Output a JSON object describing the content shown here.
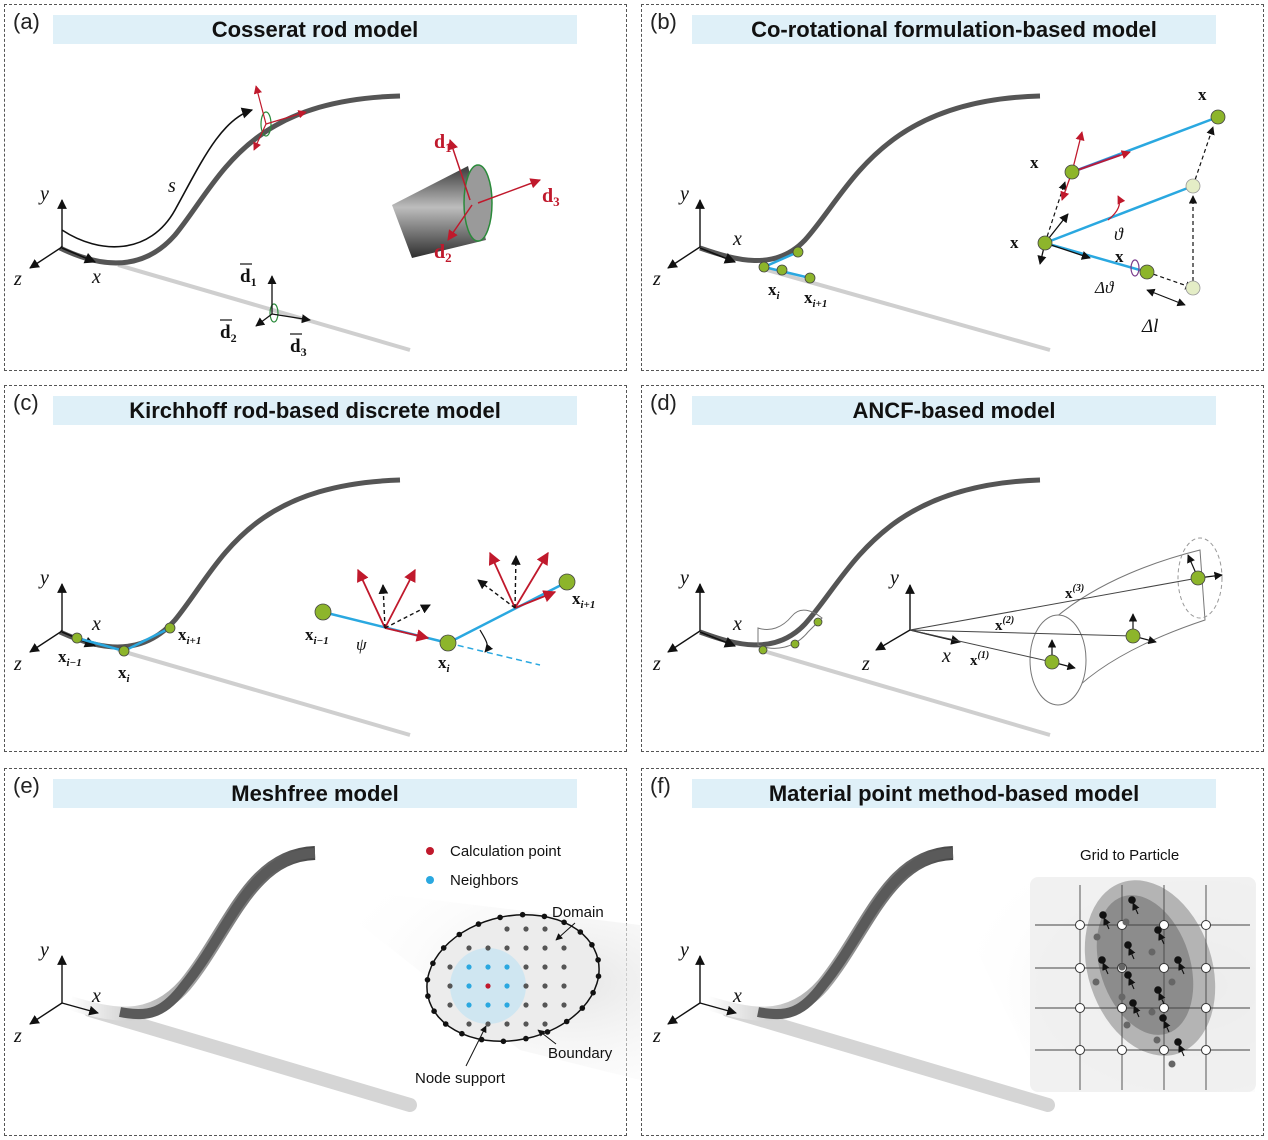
{
  "panels": {
    "a": {
      "label": "(a)",
      "title": "Cosserat rod model"
    },
    "b": {
      "label": "(b)",
      "title": "Co-rotational formulation-based model"
    },
    "c": {
      "label": "(c)",
      "title": "Kirchhoff rod-based discrete model"
    },
    "d": {
      "label": "(d)",
      "title": "ANCF-based model"
    },
    "e": {
      "label": "(e)",
      "title": "Meshfree model"
    },
    "f": {
      "label": "(f)",
      "title": "Material point method-based model"
    }
  },
  "axes": {
    "x": "x",
    "y": "y",
    "z": "z"
  },
  "a": {
    "arc": "s",
    "d1": "d",
    "d1_sub": "1",
    "d2": "d",
    "d2_sub": "2",
    "d3": "d",
    "d3_sub": "3"
  },
  "b": {
    "xi": "x",
    "xi_sub": "i",
    "xi1": "x",
    "xi1_sub": "i+1",
    "dl": "Δl",
    "dtheta": "Δϑ",
    "theta": "ϑ"
  },
  "c": {
    "xim1": "x",
    "xim1_sub": "i−1",
    "xi": "x",
    "xi_sub": "i",
    "xip1": "x",
    "xip1_sub": "i+1",
    "psi": "ψ"
  },
  "d": {
    "x1": "x",
    "x1_sup": "(1)",
    "x2": "x",
    "x2_sup": "(2)",
    "x3": "x",
    "x3_sup": "(3)"
  },
  "e": {
    "legend_calc": "Calculation point",
    "legend_neighbors": "Neighbors",
    "domain": "Domain",
    "boundary": "Boundary",
    "node_support": "Node support"
  },
  "f": {
    "grid_label": "Grid to Particle"
  },
  "colors": {
    "red": "#c0192c",
    "node": "#8db52b",
    "blue": "#2aa8e0",
    "banner": "#dff0f8"
  }
}
